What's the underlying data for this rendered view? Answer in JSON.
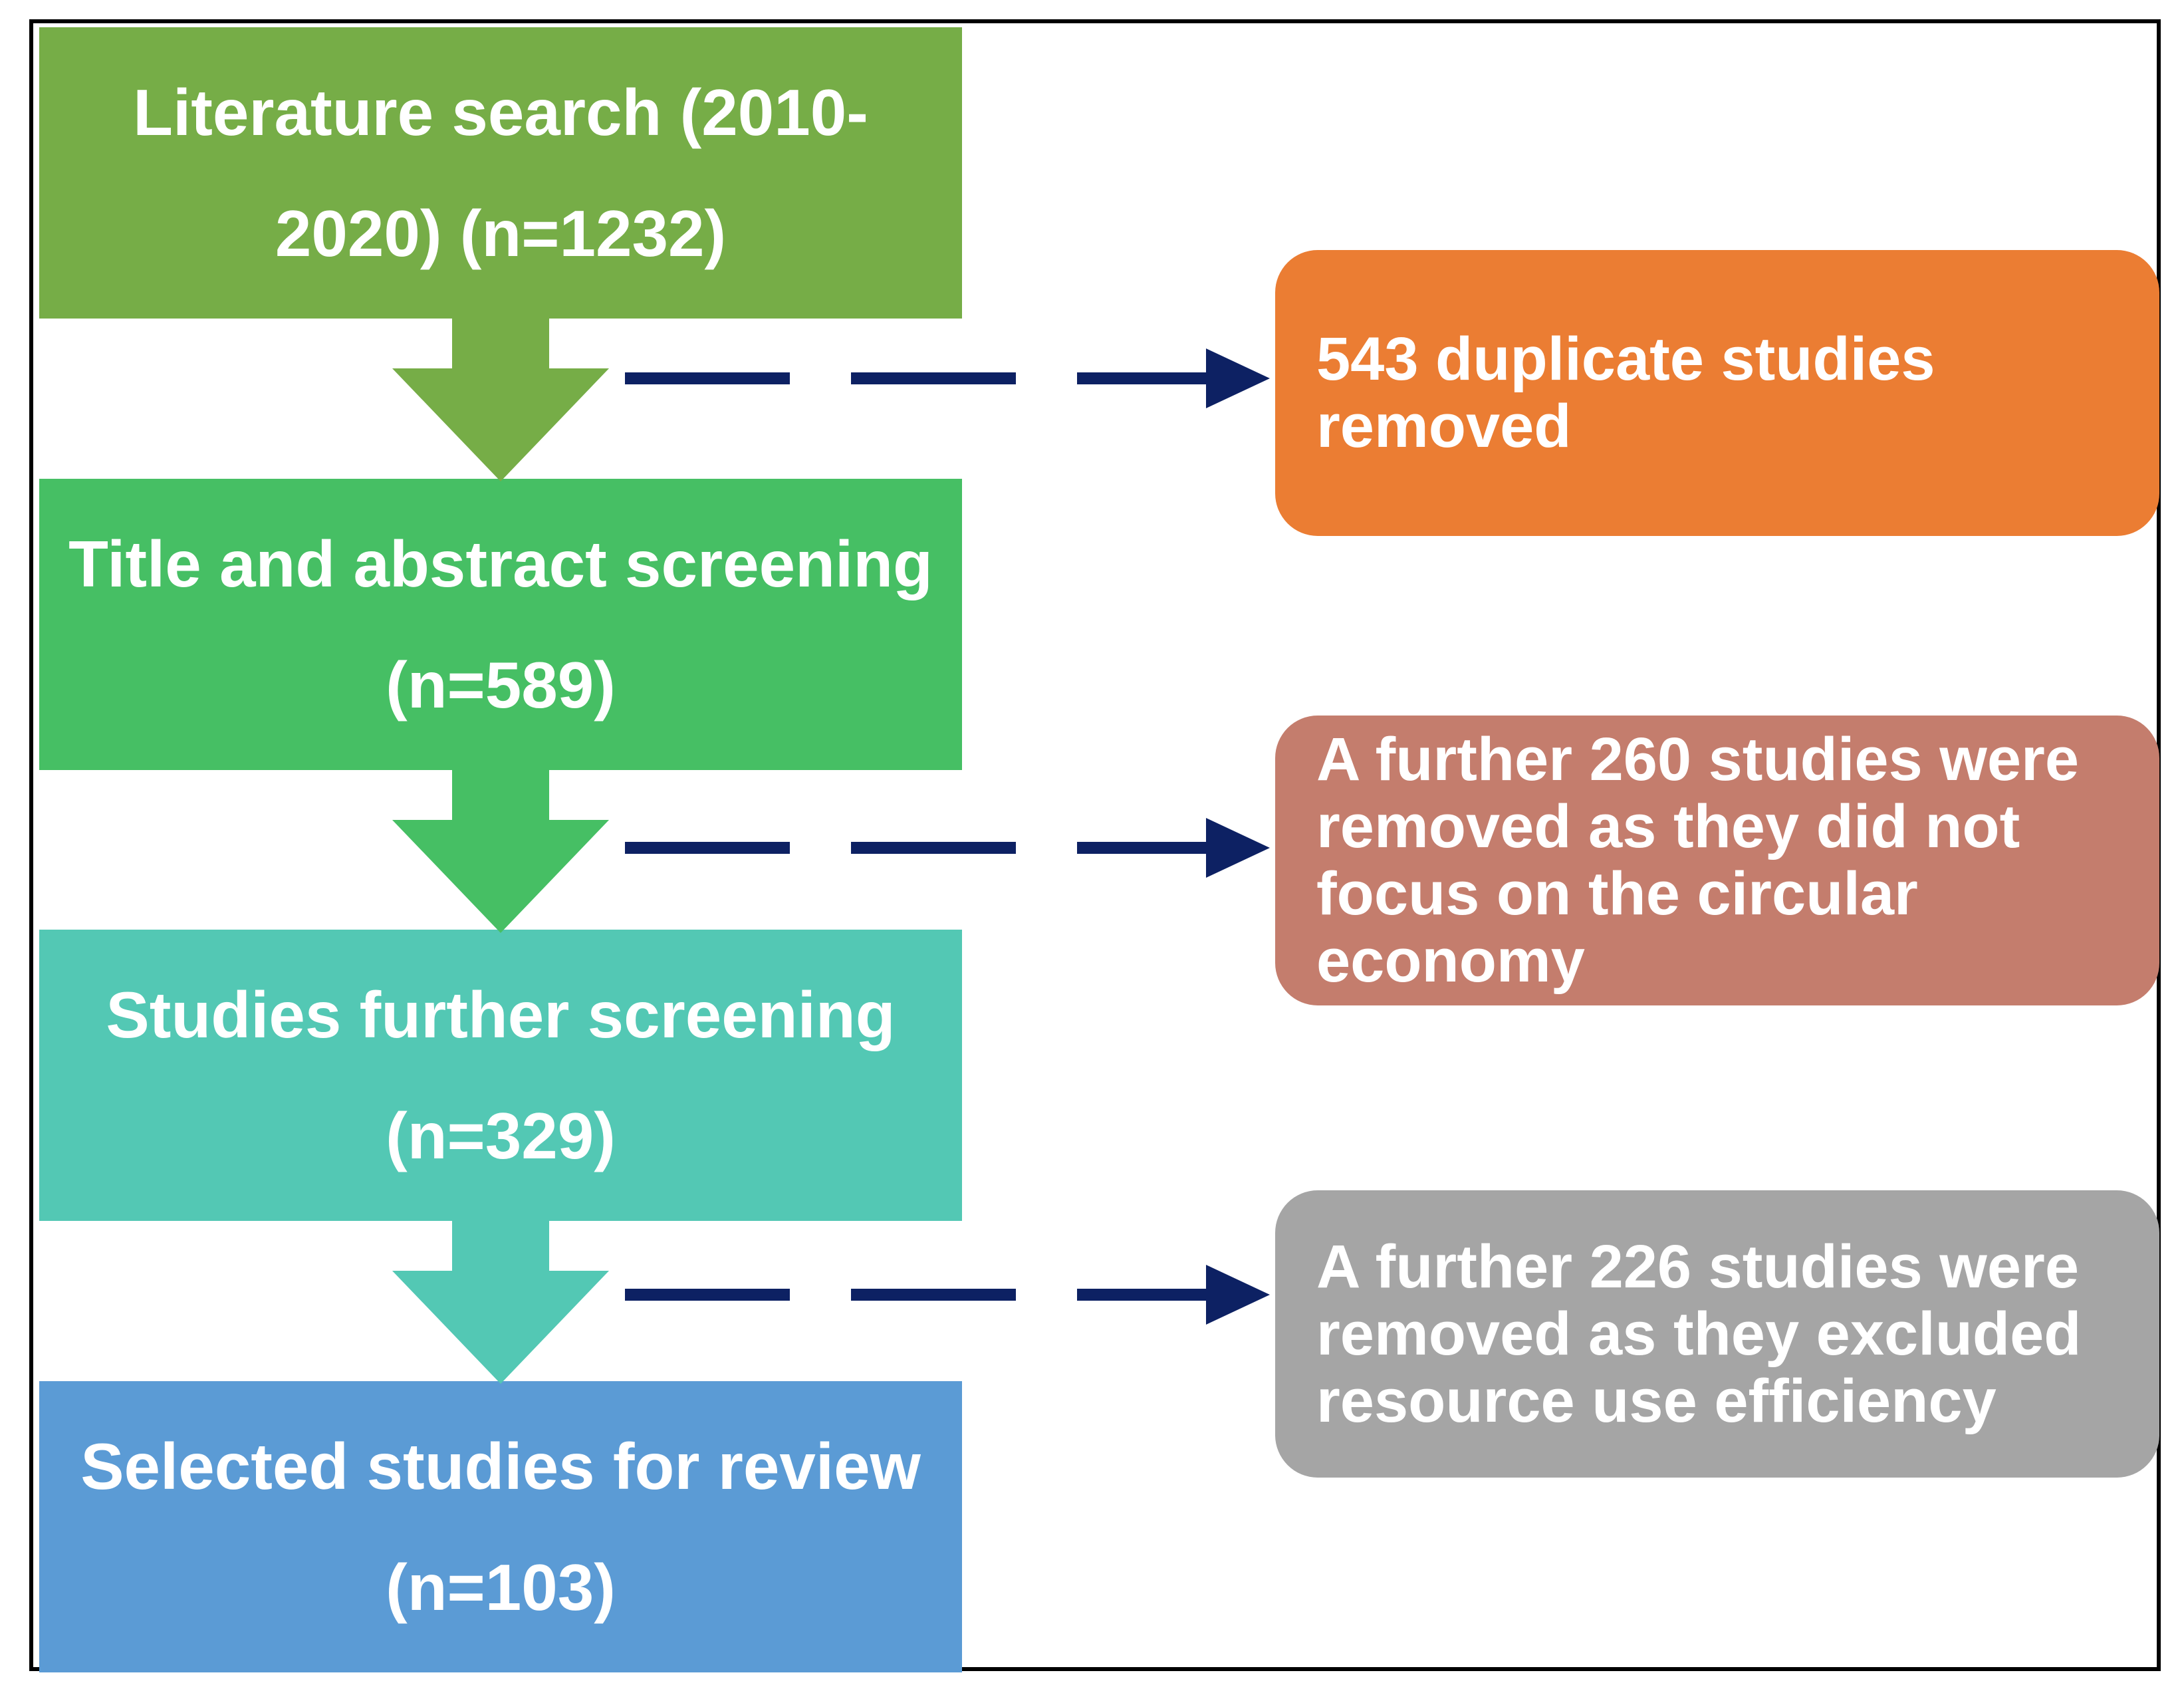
{
  "stages": [
    {
      "label": "Literature search (2010-2020) (n=1232)",
      "color": "#76AD47"
    },
    {
      "label": "Title and abstract screening (n=589)",
      "color": "#46BF64"
    },
    {
      "label": "Studies further screening (n=329)",
      "color": "#53C8B4"
    },
    {
      "label": "Selected studies for review (n=103)",
      "color": "#5B9BD5"
    }
  ],
  "notes": [
    {
      "label": "543 duplicate studies removed",
      "color": "#EB7D33"
    },
    {
      "label": "A further 260 studies were removed as they did not focus on the circular economy",
      "color": "#C47D6D"
    },
    {
      "label": "A further 226 studies were removed as they excluded resource use efficiency",
      "color": "#A5A5A5"
    }
  ],
  "connector_color": "#0D2163"
}
